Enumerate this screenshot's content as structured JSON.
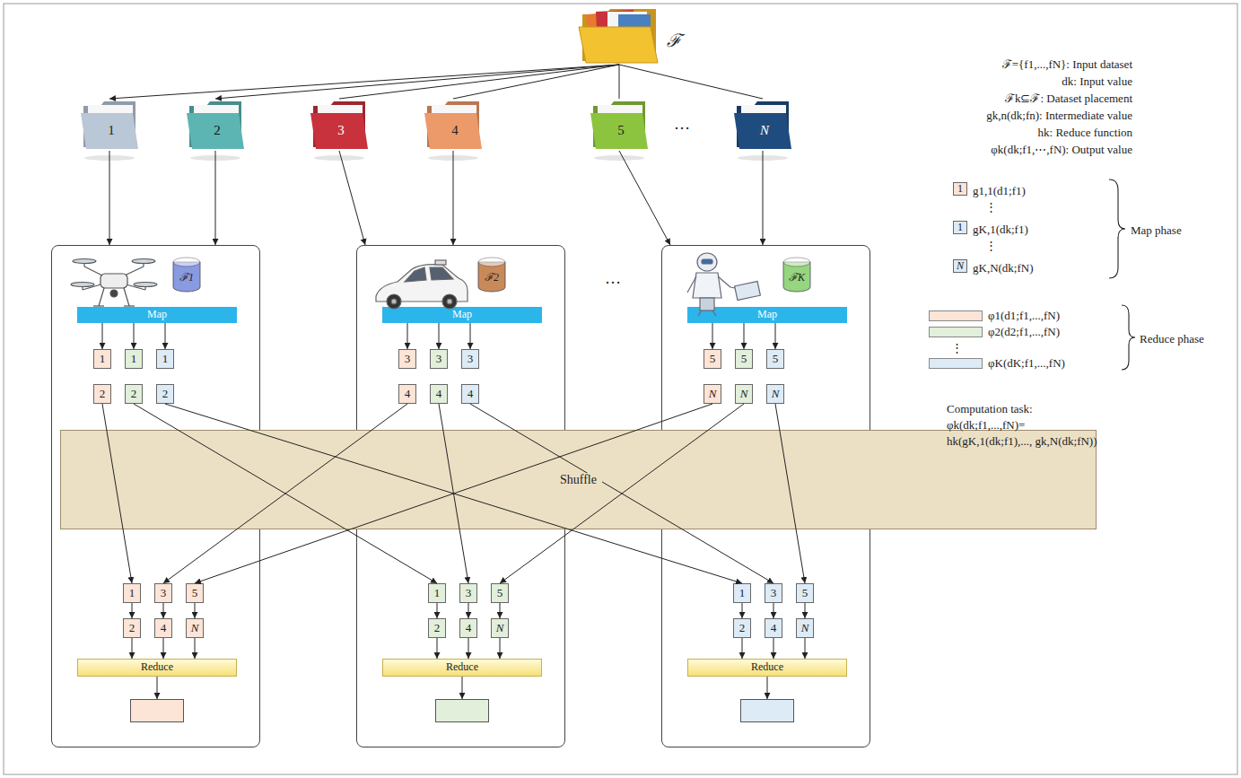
{
  "diagram": {
    "nodes": [
      {
        "text": [
          "ℱ"
        ]
      },
      {
        "text": [
          "1"
        ]
      },
      {
        "text": [
          "2"
        ]
      },
      {
        "text": [
          "3"
        ]
      },
      {
        "text": [
          "4"
        ]
      },
      {
        "text": [
          "5"
        ]
      },
      {
        "text": [
          "N"
        ]
      },
      {
        "text": []
      },
      {
        "text": [
          "ℱ1"
        ],
        "in": 7
      },
      {
        "text": [
          "Map"
        ],
        "in": 7
      },
      {
        "text": [
          "1"
        ],
        "in": 7
      },
      {
        "text": [
          "1"
        ],
        "in": 7
      },
      {
        "text": [
          "1"
        ],
        "in": 7
      },
      {
        "text": [
          "2"
        ],
        "in": 7
      },
      {
        "text": [
          "2"
        ],
        "in": 7
      },
      {
        "text": [
          "2"
        ],
        "in": 7
      },
      {
        "text": [
          "1"
        ],
        "in": 7
      },
      {
        "text": [
          "3"
        ],
        "in": 7
      },
      {
        "text": [
          "5"
        ],
        "in": 7
      },
      {
        "text": [
          "2"
        ],
        "in": 7
      },
      {
        "text": [
          "4"
        ],
        "in": 7
      },
      {
        "text": [
          "N"
        ],
        "in": 7
      },
      {
        "text": [
          "Reduce"
        ],
        "in": 7
      },
      {
        "text": [],
        "in": 7
      },
      {
        "text": []
      },
      {
        "text": [
          "ℱ2"
        ],
        "in": 24
      },
      {
        "text": [
          "Map"
        ],
        "in": 24
      },
      {
        "text": [
          "3"
        ],
        "in": 24
      },
      {
        "text": [
          "3"
        ],
        "in": 24
      },
      {
        "text": [
          "3"
        ],
        "in": 24
      },
      {
        "text": [
          "4"
        ],
        "in": 24
      },
      {
        "text": [
          "4"
        ],
        "in": 24
      },
      {
        "text": [
          "4"
        ],
        "in": 24
      },
      {
        "text": [
          "1"
        ],
        "in": 24
      },
      {
        "text": [
          "3"
        ],
        "in": 24
      },
      {
        "text": [
          "5"
        ],
        "in": 24
      },
      {
        "text": [
          "2"
        ],
        "in": 24
      },
      {
        "text": [
          "4"
        ],
        "in": 24
      },
      {
        "text": [
          "N"
        ],
        "in": 24
      },
      {
        "text": [
          "Reduce"
        ],
        "in": 24
      },
      {
        "text": [],
        "in": 24
      },
      {
        "text": []
      },
      {
        "text": [
          "ℱK"
        ],
        "in": 41
      },
      {
        "text": [
          "Map"
        ],
        "in": 41
      },
      {
        "text": [
          "5"
        ],
        "in": 41
      },
      {
        "text": [
          "5"
        ],
        "in": 41
      },
      {
        "text": [
          "5"
        ],
        "in": 41
      },
      {
        "text": [
          "N"
        ],
        "in": 41
      },
      {
        "text": [
          "N"
        ],
        "in": 41
      },
      {
        "text": [
          "N"
        ],
        "in": 41
      },
      {
        "text": [
          "1"
        ],
        "in": 41
      },
      {
        "text": [
          "3"
        ],
        "in": 41
      },
      {
        "text": [
          "5"
        ],
        "in": 41
      },
      {
        "text": [
          "2"
        ],
        "in": 41
      },
      {
        "text": [
          "4"
        ],
        "in": 41
      },
      {
        "text": [
          "N"
        ],
        "in": 41
      },
      {
        "text": [
          "Reduce"
        ],
        "in": 41
      },
      {
        "text": [],
        "in": 41
      },
      {
        "text": [
          "Shuffle"
        ]
      },
      {
        "text": [
          "1"
        ]
      },
      {
        "text": [
          "1"
        ]
      },
      {
        "text": [
          "N"
        ]
      }
    ],
    "edges": [
      {
        "from": 0,
        "to": 1,
        "arrow": "to"
      },
      {
        "from": 0,
        "to": 2,
        "arrow": "to"
      },
      {
        "from": 0,
        "to": 3,
        "arrow": "none"
      },
      {
        "from": 0,
        "to": 4,
        "arrow": "none"
      },
      {
        "from": 0,
        "to": 5,
        "arrow": "none"
      },
      {
        "from": 0,
        "to": 6,
        "arrow": "none"
      },
      {
        "from": 1,
        "to": 7,
        "arrow": "to"
      },
      {
        "from": 2,
        "to": 7,
        "arrow": "to"
      },
      {
        "from": 3,
        "to": 24,
        "arrow": "to"
      },
      {
        "from": 4,
        "to": 24,
        "arrow": "to"
      },
      {
        "from": 5,
        "to": 41,
        "arrow": "to"
      },
      {
        "from": 6,
        "to": 41,
        "arrow": "to"
      },
      {
        "from": 9,
        "to": 10,
        "arrow": "to"
      },
      {
        "from": 9,
        "to": 11,
        "arrow": "to"
      },
      {
        "from": 9,
        "to": 12,
        "arrow": "to"
      },
      {
        "from": 16,
        "to": 19,
        "arrow": "to"
      },
      {
        "from": 17,
        "to": 20,
        "arrow": "to"
      },
      {
        "from": 18,
        "to": 21,
        "arrow": "to"
      },
      {
        "from": 19,
        "to": 22,
        "arrow": "to"
      },
      {
        "from": 20,
        "to": 22,
        "arrow": "to"
      },
      {
        "from": 21,
        "to": 22,
        "arrow": "to"
      },
      {
        "from": 22,
        "to": 23,
        "arrow": "to"
      },
      {
        "from": 26,
        "to": 27,
        "arrow": "to"
      },
      {
        "from": 26,
        "to": 28,
        "arrow": "to"
      },
      {
        "from": 26,
        "to": 29,
        "arrow": "to"
      },
      {
        "from": 33,
        "to": 36,
        "arrow": "to"
      },
      {
        "from": 34,
        "to": 37,
        "arrow": "to"
      },
      {
        "from": 35,
        "to": 38,
        "arrow": "to"
      },
      {
        "from": 36,
        "to": 39,
        "arrow": "to"
      },
      {
        "from": 37,
        "to": 39,
        "arrow": "to"
      },
      {
        "from": 38,
        "to": 39,
        "arrow": "to"
      },
      {
        "from": 39,
        "to": 40,
        "arrow": "to"
      },
      {
        "from": 43,
        "to": 44,
        "arrow": "to"
      },
      {
        "from": 43,
        "to": 45,
        "arrow": "to"
      },
      {
        "from": 43,
        "to": 46,
        "arrow": "to"
      },
      {
        "from": 50,
        "to": 53,
        "arrow": "to"
      },
      {
        "from": 51,
        "to": 54,
        "arrow": "to"
      },
      {
        "from": 52,
        "to": 55,
        "arrow": "to"
      },
      {
        "from": 53,
        "to": 56,
        "arrow": "to"
      },
      {
        "from": 54,
        "to": 56,
        "arrow": "to"
      },
      {
        "from": 55,
        "to": 56,
        "arrow": "to"
      },
      {
        "from": 56,
        "to": 57,
        "arrow": "to"
      },
      {
        "from": 13,
        "to": 16,
        "arrow": "to"
      },
      {
        "from": 14,
        "to": 33,
        "arrow": "to"
      },
      {
        "from": 15,
        "to": 50,
        "arrow": "to"
      },
      {
        "from": 30,
        "to": 17,
        "arrow": "to"
      },
      {
        "from": 31,
        "to": 34,
        "arrow": "to"
      },
      {
        "from": 32,
        "to": 51,
        "arrow": "to"
      },
      {
        "from": 47,
        "to": 18,
        "arrow": "to"
      },
      {
        "from": 48,
        "to": 35,
        "arrow": "to"
      },
      {
        "from": 49,
        "to": 52,
        "arrow": "to"
      }
    ],
    "labels": [
      "…",
      "…",
      "ℱ={f1,...,fN}: Input dataset",
      "dk: Input value",
      "ℱk⊆ℱ: Dataset placement",
      "gk,n(dk;fn): Intermediate value",
      "hk: Reduce function",
      "φk(dk;f1,⋯,fN): Output value",
      "g1,1(d1;f1)",
      "⋮",
      "gK,1(dk;f1)",
      "⋮",
      "gK,N(dk;fN)",
      "Map phase",
      "⋮",
      "Reduce phase",
      "Computation task:",
      "φk(dk;f1,...,fN)=",
      "hk(gK,1(dk;f1),..., gk,N(dk;fN))"
    ],
    "legend": [
      {
        "text": "φ1(d1;f1,...,fN)",
        "color": "#fce4d6"
      },
      {
        "text": "φ2(d2;f1,...,fN)",
        "color": "#e2efda"
      },
      {
        "text": "φK(dK;f1,...,fN)",
        "color": "#ddebf7"
      }
    ]
  }
}
